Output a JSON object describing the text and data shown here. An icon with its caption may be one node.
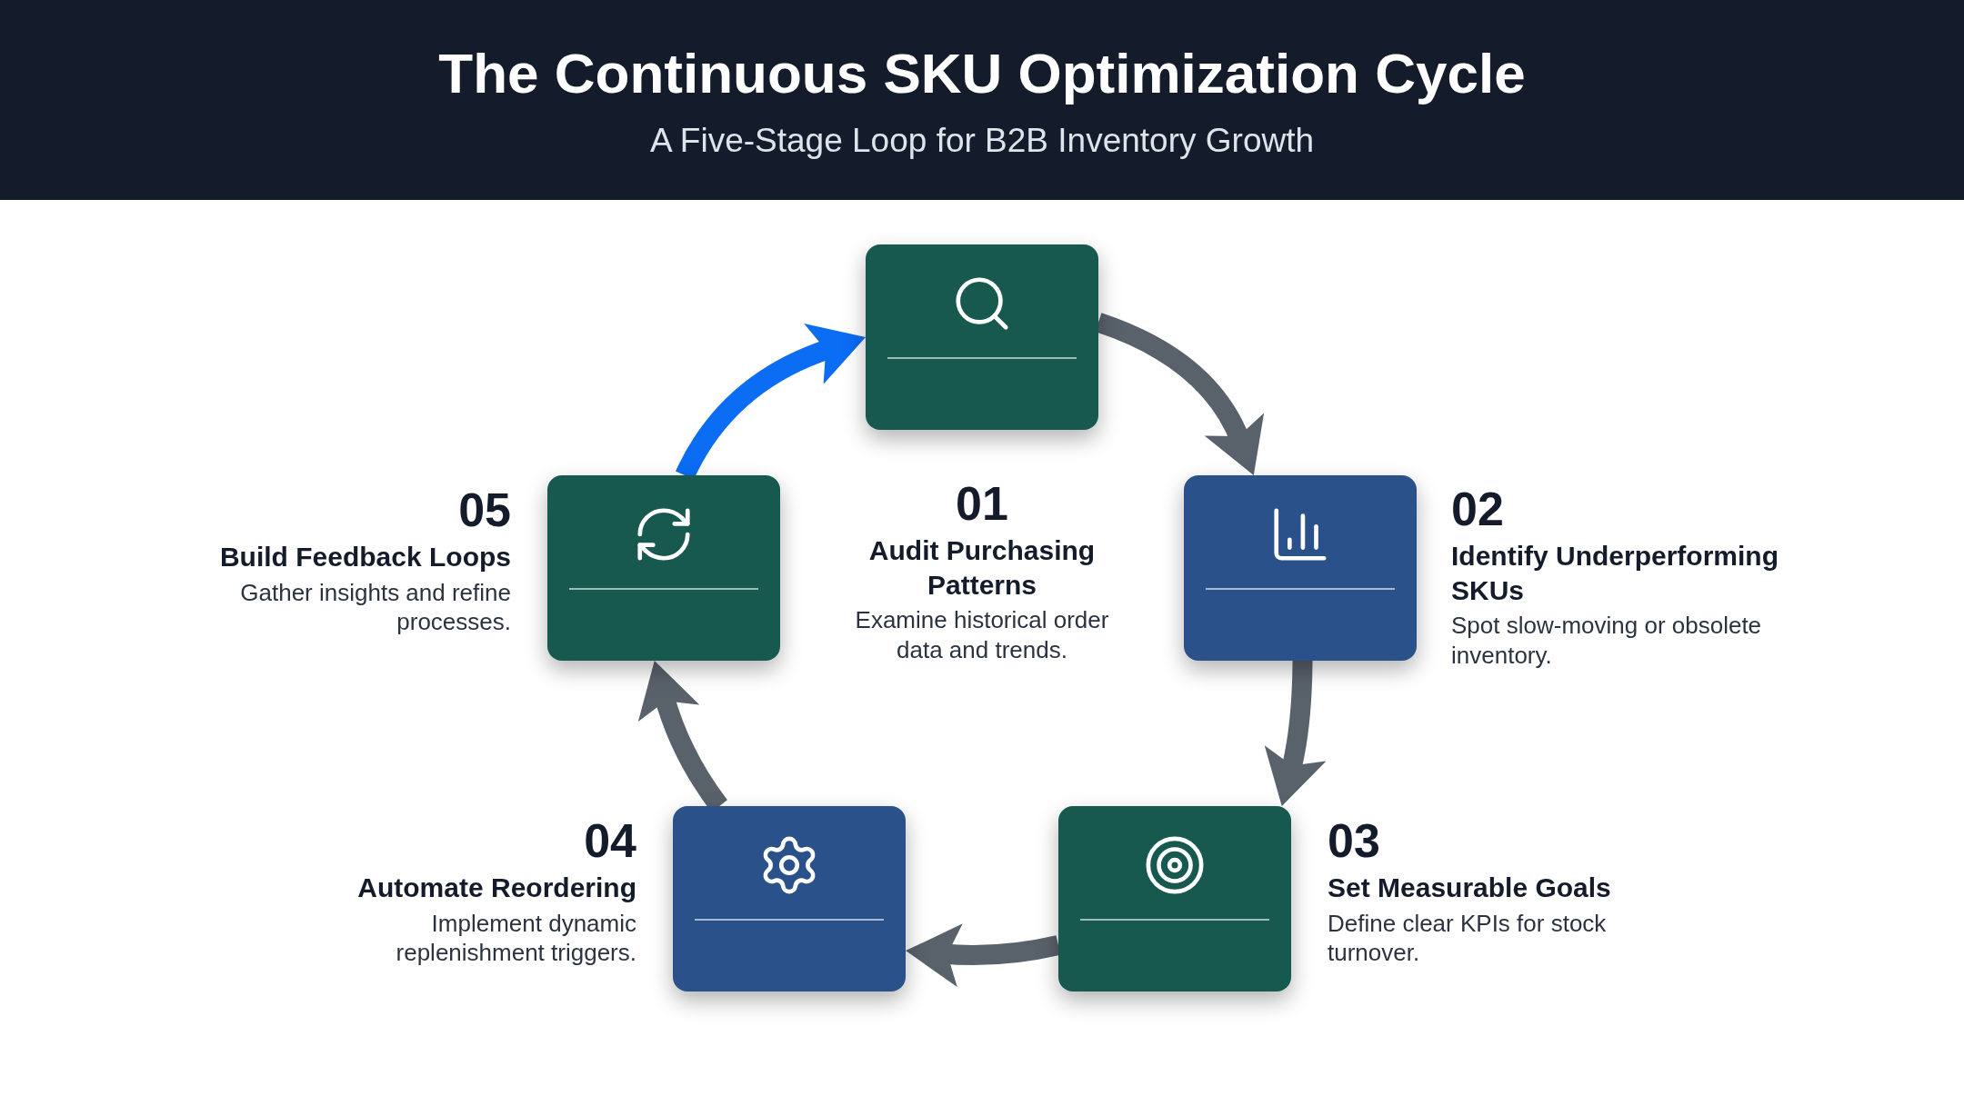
{
  "diagram": {
    "title": "The Continuous SKU Optimization Cycle",
    "caption": "A Five-Stage Loop for B2B Inventory Growth",
    "nodes": [
      {
        "text": [],
        "shape": "box",
        "beside": [
          "01",
          "Audit Purchasing Patterns",
          "Examine historical order data and trends."
        ]
      },
      {
        "text": [],
        "shape": "box",
        "beside": [
          "02",
          "Identify Underperforming SKUs",
          "Spot slow-moving or obsolete inventory."
        ]
      },
      {
        "text": [],
        "shape": "box",
        "beside": [
          "03",
          "Set Measurable Goals",
          "Define clear KPIs for stock turnover."
        ]
      },
      {
        "text": [],
        "shape": "box",
        "beside": [
          "04",
          "Automate Reordering",
          "Implement dynamic replenishment triggers."
        ]
      },
      {
        "text": [],
        "shape": "box",
        "beside": [
          "05",
          "Build Feedback Loops",
          "Gather insights and refine processes."
        ]
      }
    ],
    "edges": [
      {
        "from": 0,
        "to": 1,
        "arrow": "to"
      },
      {
        "from": 1,
        "to": 2,
        "arrow": "to"
      },
      {
        "from": 2,
        "to": 3,
        "arrow": "to"
      },
      {
        "from": 3,
        "to": 4,
        "arrow": "to"
      },
      {
        "from": 4,
        "to": 0,
        "arrow": "to",
        "color": "#0b6cf4"
      }
    ]
  }
}
